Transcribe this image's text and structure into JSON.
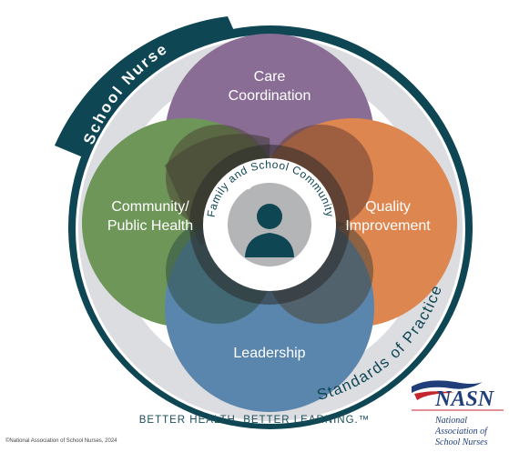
{
  "framework": {
    "outer_ring_label": "School Nurse",
    "standards_label": "Standards of Practice",
    "center_ring_label": "Family and School Community",
    "center_label": "Students",
    "circles": {
      "care": {
        "line1": "Care",
        "line2": "Coordination"
      },
      "community": {
        "line1": "Community/",
        "line2": "Public Health"
      },
      "quality": {
        "line1": "Quality",
        "line2": "Improvement"
      },
      "leadership": {
        "line1": "Leadership"
      }
    }
  },
  "footer": {
    "tagline": "BETTER HEALTH. BETTER LEARNING.™",
    "copyright": "©National Association of School Nurses, 2024"
  },
  "logo": {
    "acronym": "NASN",
    "line1": "National",
    "line2": "Association of",
    "line3": "School Nurses"
  },
  "colors": {
    "teal": "#0e4653",
    "ring_gray": "#dcdde1",
    "care_purple": "#8a6d95",
    "community_green": "#6e9658",
    "quality_orange": "#dd8650",
    "leadership_blue": "#5a86ad",
    "center_gray": "#b4b5b6"
  }
}
